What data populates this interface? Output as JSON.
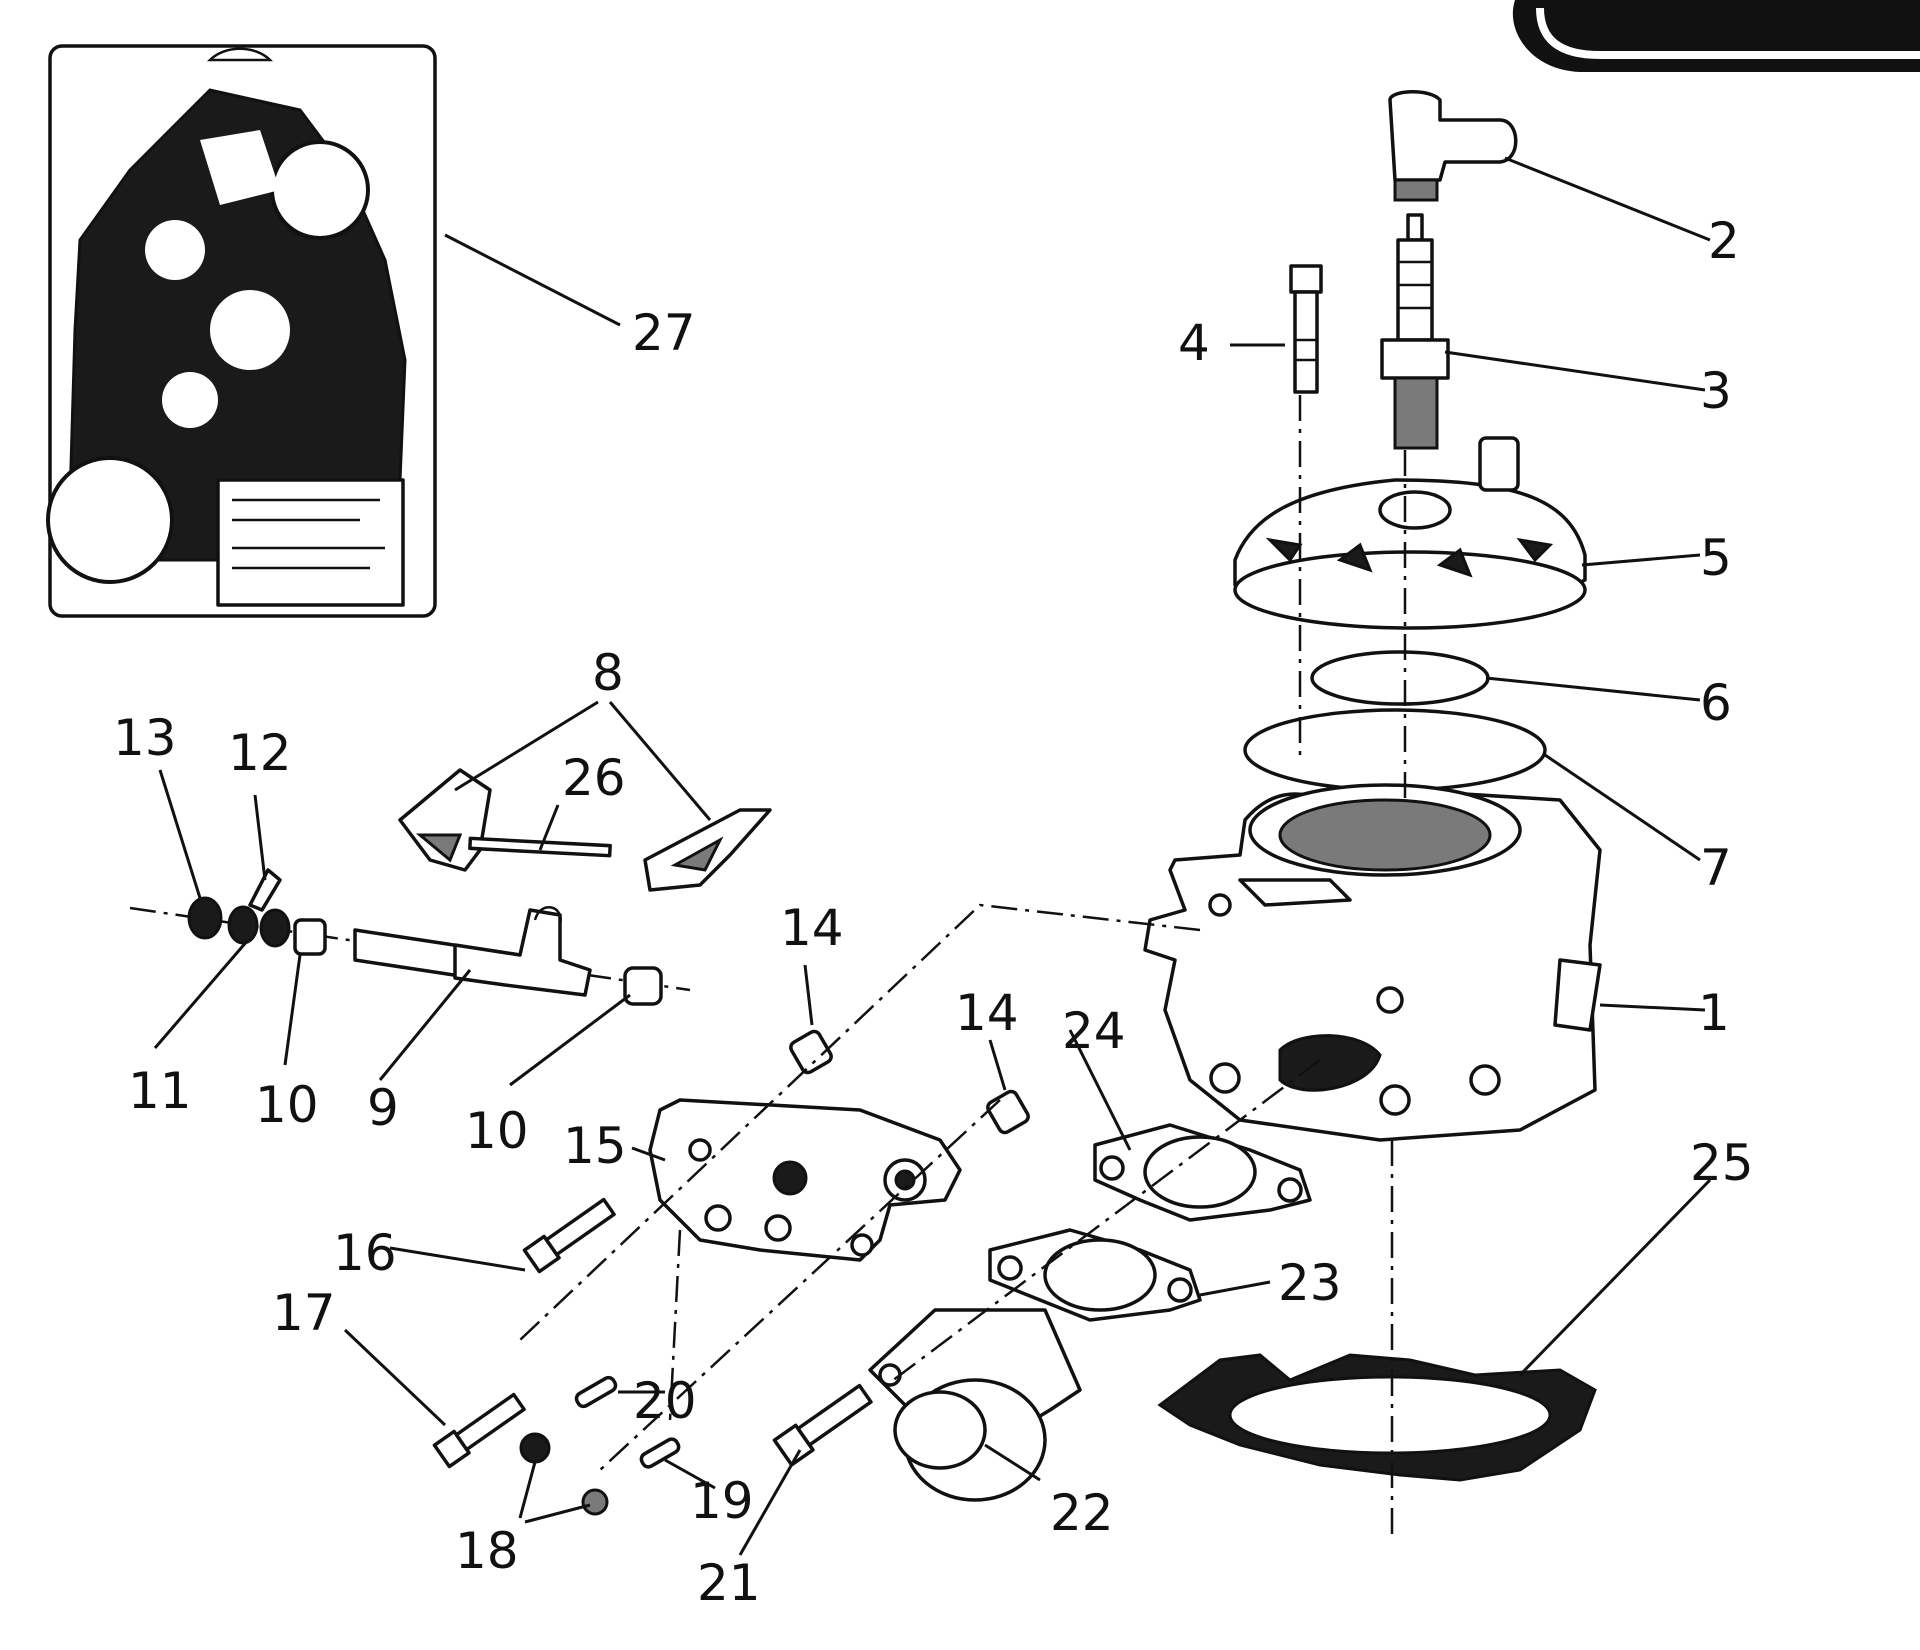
{
  "diagram": {
    "callouts": [
      "1",
      "2",
      "3",
      "4",
      "5",
      "6",
      "7",
      "8",
      "9",
      "10",
      "10",
      "11",
      "12",
      "13",
      "14",
      "14",
      "15",
      "16",
      "17",
      "18",
      "19",
      "20",
      "21",
      "22",
      "23",
      "24",
      "25",
      "26",
      "27"
    ]
  }
}
